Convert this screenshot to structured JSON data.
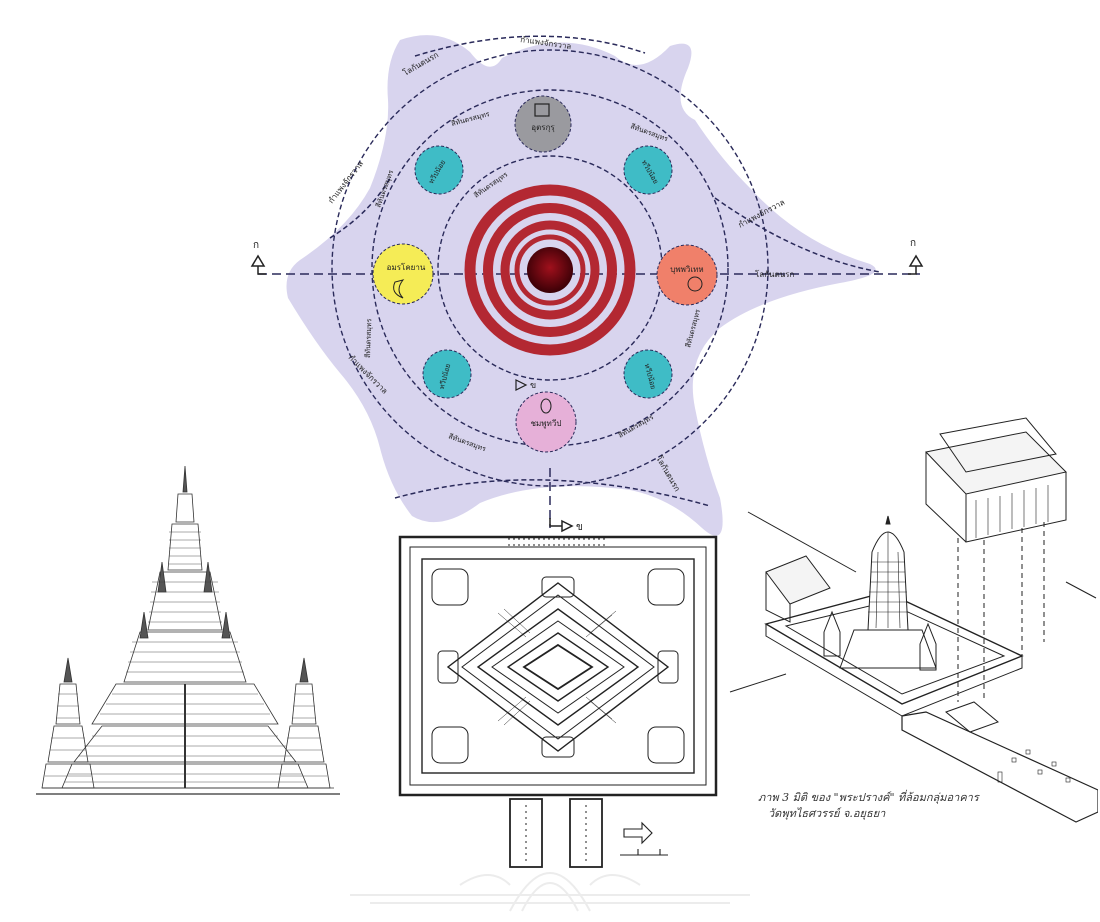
{
  "cosmology_plan": {
    "center_label": "",
    "ring_labels": {
      "outer_edge_top": "กำแพงจักรวาล",
      "outer_edge_left": "กำแพงจักรวาล",
      "outer_edge_right": "กำแพงจักรวาล",
      "outer_edge_bottom_left": "กำแพงจักรวาล",
      "lokantara_top_left": "โลกันตนรก",
      "lokantara_right": "โลกันตนรก",
      "lokantara_bottom_right": "โลกันตนรก",
      "ocean": "สีทันดรสมุทร"
    },
    "continents": {
      "north": "อุตรกุรุ",
      "south": "ชมพูทวีป",
      "east": "บุพพวิเทห",
      "west": "อมรโคยาน",
      "satellite": "ทวีปน้อย"
    },
    "section_marks": {
      "top_left": "ก",
      "top_right": "ก",
      "bottom_a": "ข",
      "bottom_b": "ข"
    }
  },
  "captions": {
    "isometric_line1": "ภาพ 3 มิติ ของ \"พระปรางค์\" ที่ล้อมกลุ่มอาคาร",
    "isometric_line2": "วัดพุทไธศวรรย์ จ.อยุธยา"
  },
  "colors": {
    "cosmos_fill": "#d8d4ee",
    "ring_red": "#b32832",
    "center_dark": "#5a0008",
    "north_circle": "#9a9a9f",
    "east_circle": "#f0806a",
    "west_circle": "#f5ec56",
    "south_circle": "#e6b0d8",
    "satellite_circle": "#3fbcc6"
  }
}
